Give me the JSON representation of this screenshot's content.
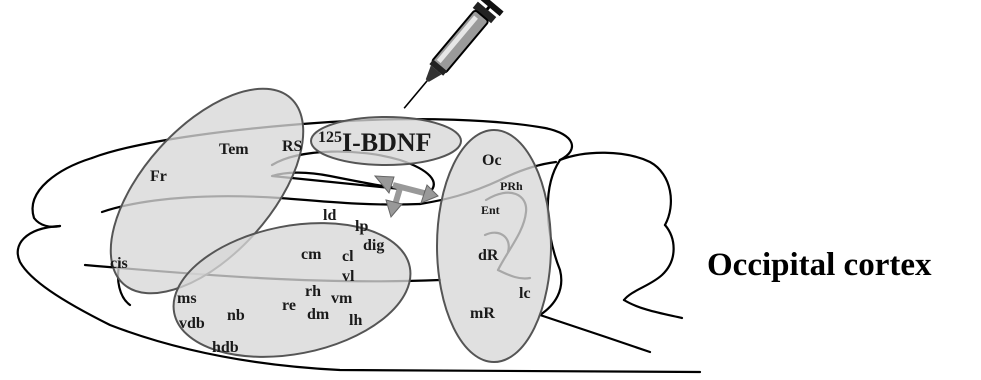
{
  "caption": "Occipital cortex",
  "injection": {
    "superscript": "125",
    "label": "I-BDNF"
  },
  "regions": {
    "frontal": [
      "Tem",
      "RS",
      "Fr",
      "cis"
    ],
    "thalamic": [
      "ld",
      "lp",
      "dig",
      "cm",
      "cl",
      "vl",
      "rh",
      "vm",
      "ms",
      "re",
      "dm",
      "nb",
      "lh",
      "vdb",
      "hdb"
    ],
    "posterior": [
      "Oc",
      "PRh",
      "Ent",
      "dR",
      "lc",
      "mR"
    ]
  },
  "colors": {
    "ellipse_fill": "#d7d7d7",
    "ellipse_stroke": "#555555",
    "arrow": "#999999",
    "outline": "#000000"
  }
}
